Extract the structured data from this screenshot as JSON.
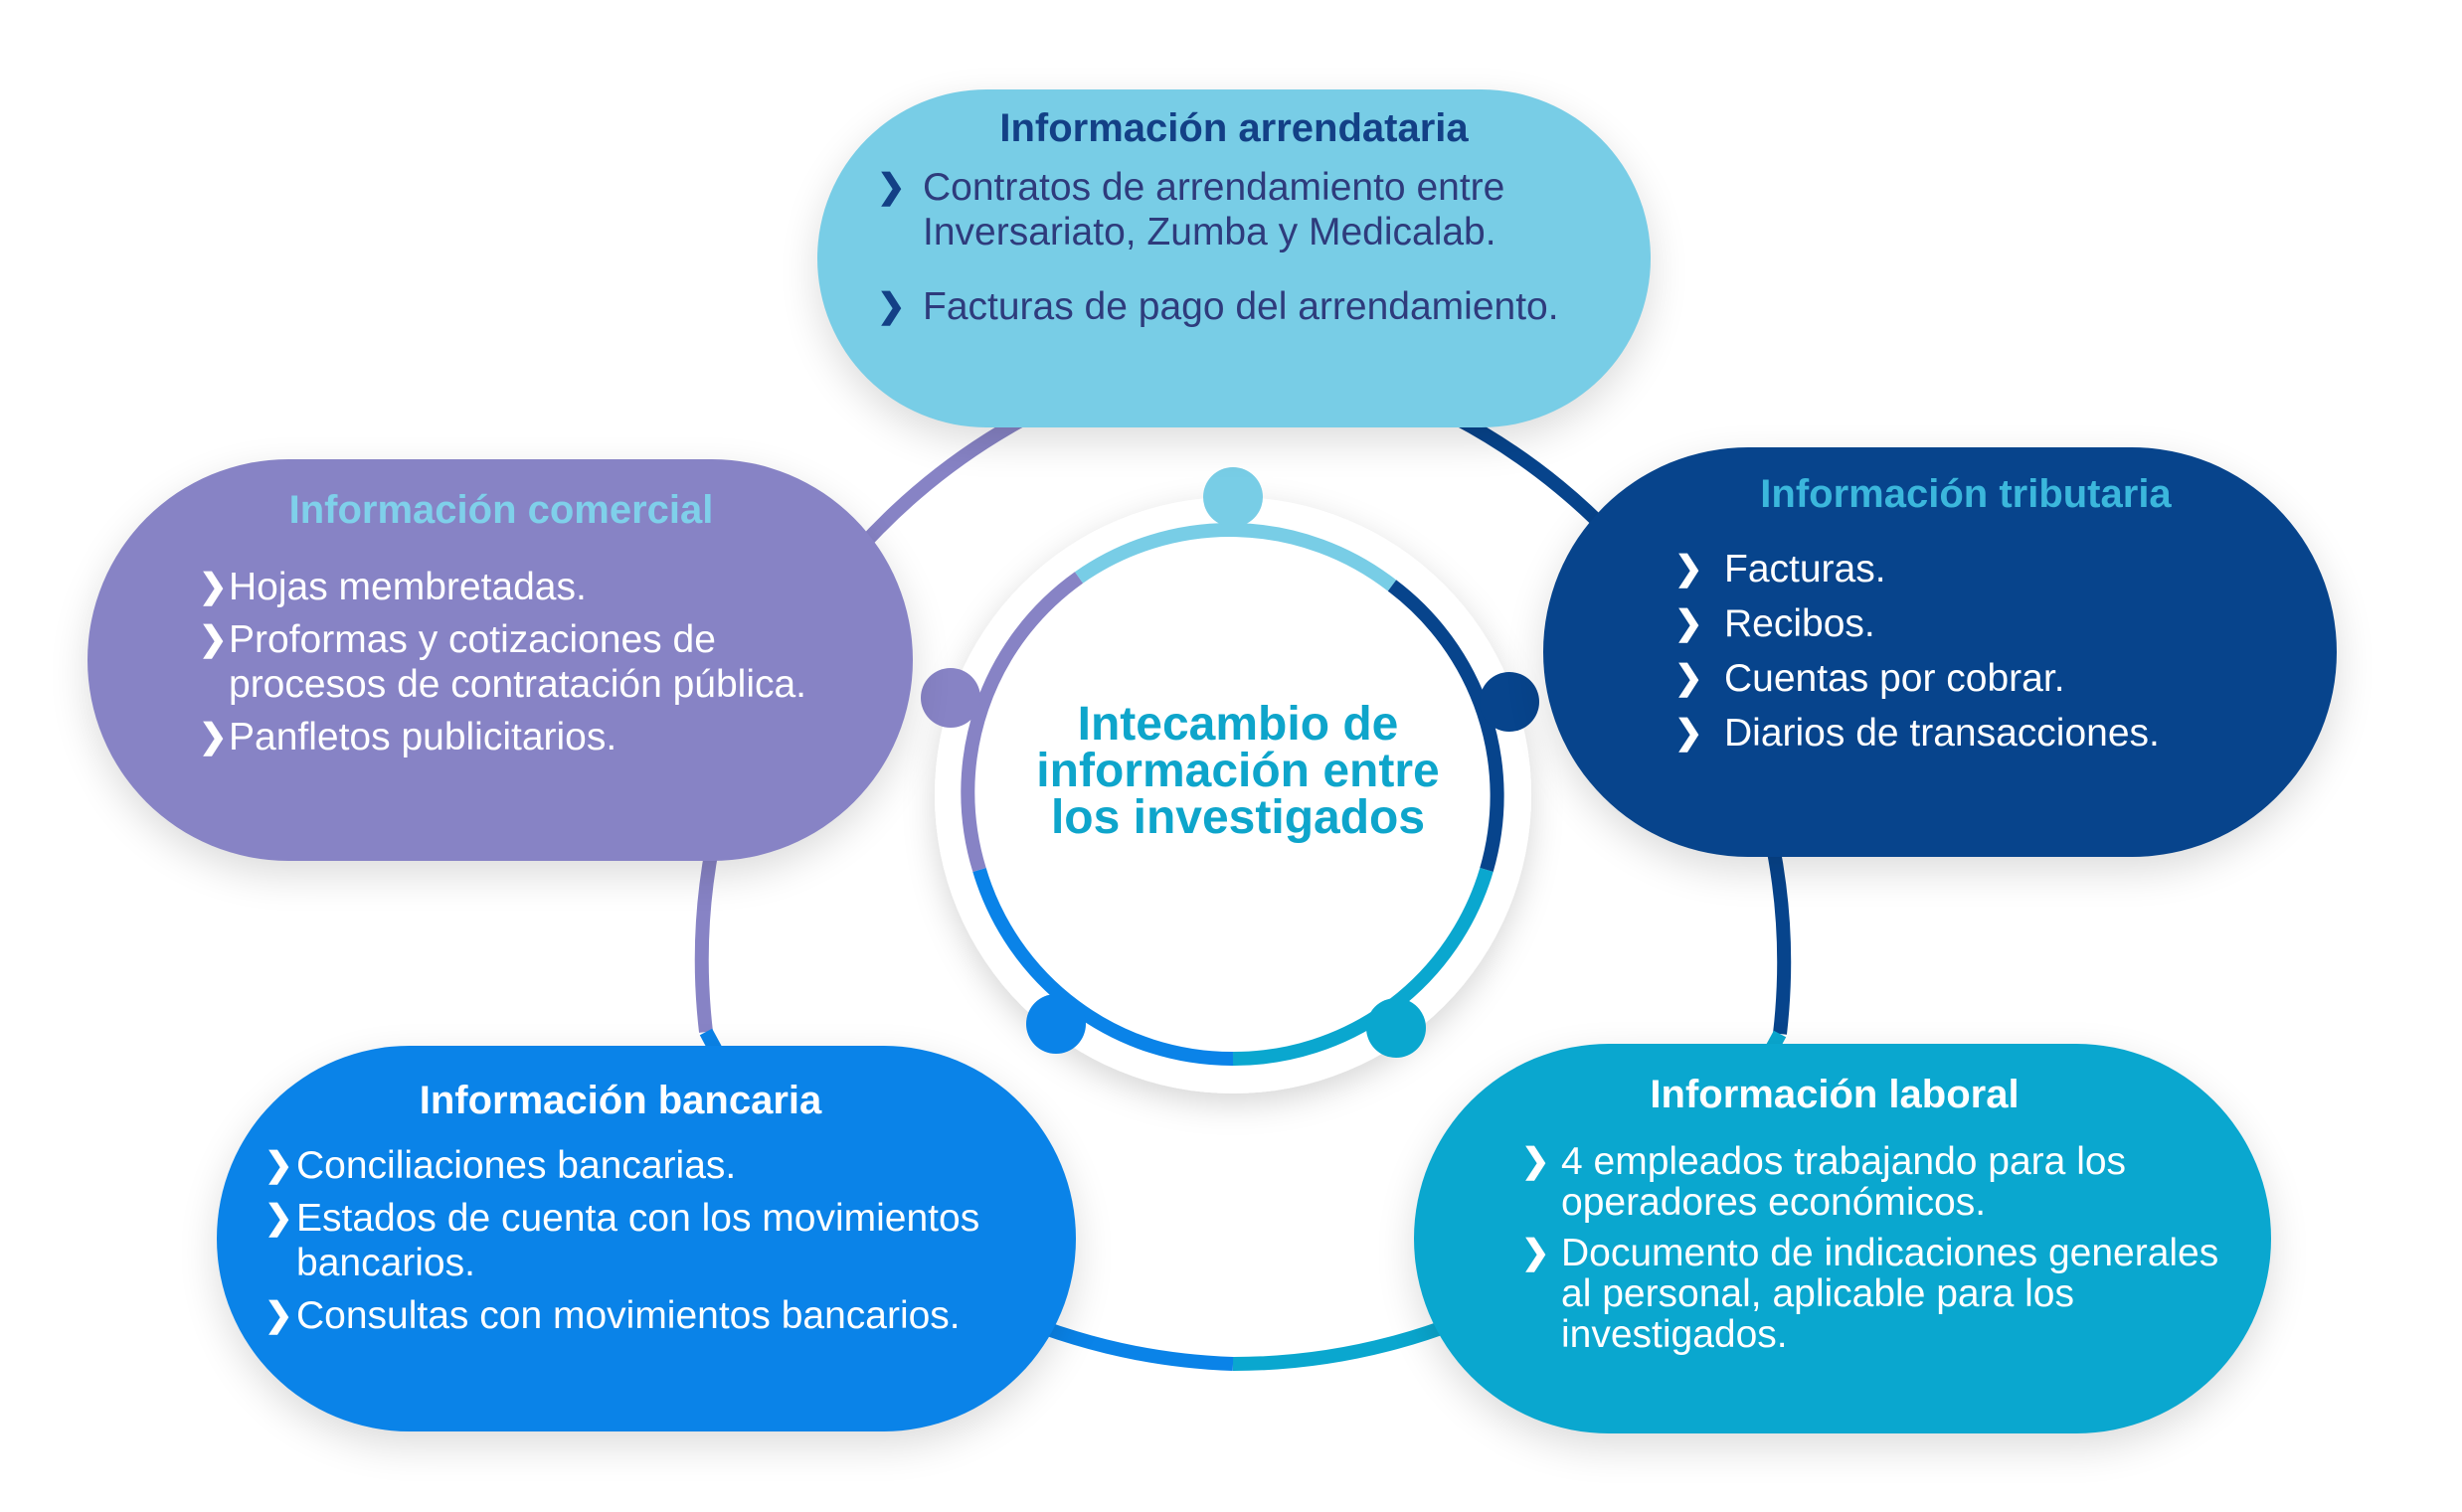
{
  "center": {
    "text": "Intecambio de información entre los investigados"
  },
  "boxes": {
    "arrendataria": {
      "title": "Información arrendataria",
      "items": [
        "Contratos de arrendamiento entre Inversariato, Zumba y Medicalab.",
        "Facturas de pago del arrendamiento."
      ]
    },
    "comercial": {
      "title": "Información comercial",
      "items": [
        "Hojas membretadas.",
        "Proformas y cotizaciones de procesos de contratación pública.",
        "Panfletos publicitarios."
      ]
    },
    "tributaria": {
      "title": "Información tributaria",
      "items": [
        "Facturas.",
        "Recibos.",
        "Cuentas por cobrar.",
        "Diarios de transacciones."
      ]
    },
    "bancaria": {
      "title": "Información bancaria",
      "items": [
        "Conciliaciones bancarias.",
        "Estados de cuenta con los movimientos bancarios.",
        "Consultas con movimientos bancarios."
      ]
    },
    "laboral": {
      "title": "Información laboral",
      "items": [
        "4 empleados trabajando para los operadores económicos.",
        "Documento de indicaciones generales al personal, aplicable para los investigados."
      ]
    }
  },
  "bullet": "❯",
  "colors": {
    "light_blue": "#78cde6",
    "purple": "#8783c5",
    "navy": "#07448c",
    "blue": "#0a83e8",
    "teal": "#0aa7cf",
    "center_text": "#0ea5cb"
  }
}
